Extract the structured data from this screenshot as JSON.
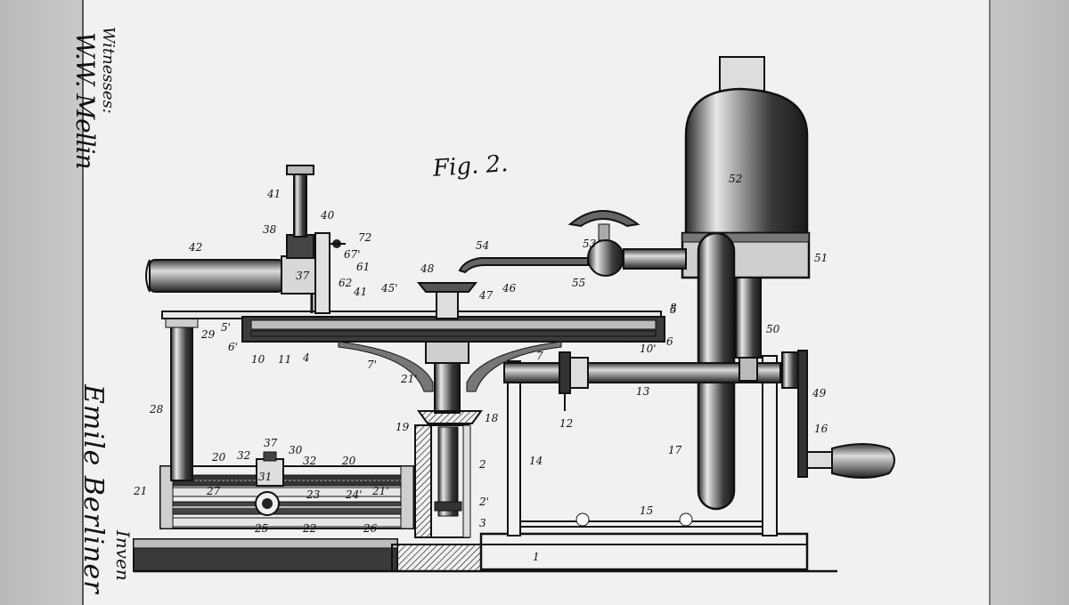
{
  "document": {
    "figure_title": "Fig. 2.",
    "witness_label": "Witnesses:",
    "witness_signature": "W.W. Mellin",
    "inventor_label": "Inven",
    "inventor_name": "Emile Berliner"
  },
  "reference_numerals": [
    "41",
    "40",
    "38",
    "72",
    "67'",
    "61",
    "42",
    "37",
    "62",
    "41",
    "45'",
    "48",
    "47",
    "46",
    "52",
    "51",
    "53",
    "54",
    "55",
    "50",
    "5",
    "5'",
    "6",
    "6'",
    "29",
    "10",
    "11",
    "4",
    "7",
    "7'",
    "21'",
    "8",
    "10'",
    "13",
    "12",
    "49",
    "16",
    "17",
    "14",
    "18",
    "19",
    "2",
    "2'",
    "3",
    "28",
    "20",
    "32",
    "37",
    "30",
    "32",
    "20",
    "21",
    "27",
    "31",
    "23",
    "24'",
    "21'",
    "25",
    "22",
    "26",
    "1",
    "15"
  ]
}
